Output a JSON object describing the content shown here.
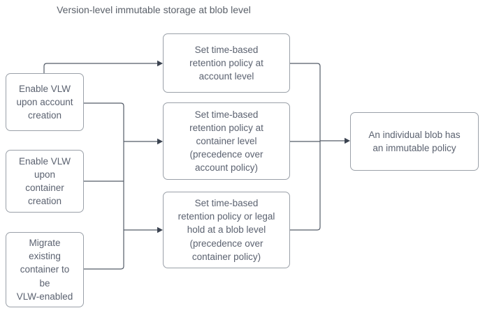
{
  "title": "Version-level immutable storage at blob level",
  "colors": {
    "canvas_bg": "#ffffff",
    "box_bg": "#ffffff",
    "box_border": "#9aa0a8",
    "box_text": "#5b6270",
    "title_text": "#5a6069",
    "connector": "#545c68",
    "arrowhead": "#3b4350"
  },
  "nodes": {
    "left": [
      {
        "label": "Enable VLW\nupon account\ncreation"
      },
      {
        "label": "Enable VLW\nupon\ncontainer\ncreation"
      },
      {
        "label": "Migrate\nexisting\ncontainer to\nbe\nVLW-enabled"
      }
    ],
    "middle": [
      {
        "label": "Set time-based\nretention policy at\naccount level"
      },
      {
        "label": "Set time-based\nretention policy at\ncontainer level\n(precedence over\naccount policy)"
      },
      {
        "label": "Set time-based\nretention policy or legal\nhold at a blob level\n(precedence over\ncontainer policy)"
      }
    ],
    "right": [
      {
        "label": "An individual blob has\nan immutable policy"
      }
    ]
  }
}
